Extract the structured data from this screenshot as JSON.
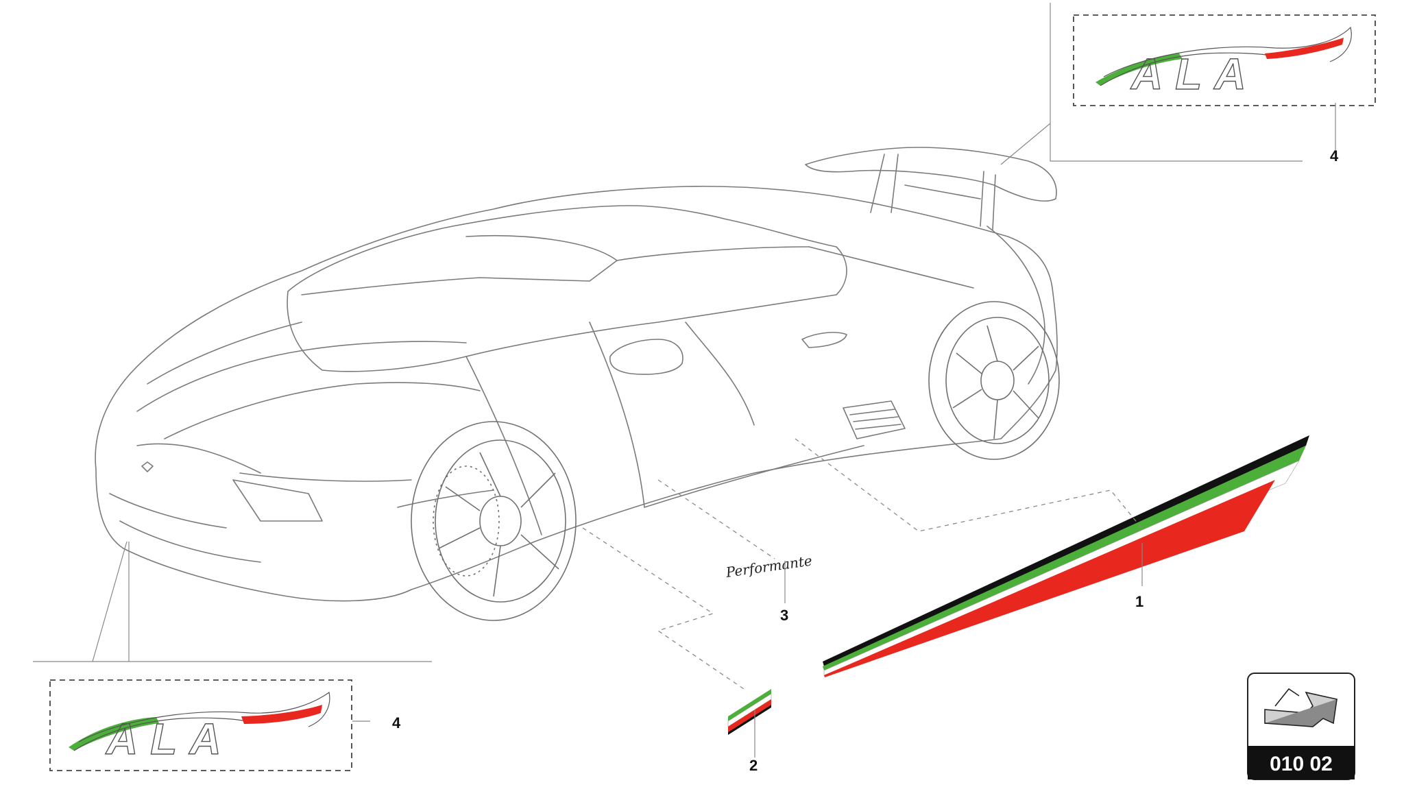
{
  "diagram": {
    "callouts": [
      {
        "id": "1",
        "label": "1"
      },
      {
        "id": "2",
        "label": "2"
      },
      {
        "id": "3",
        "label": "3"
      },
      {
        "id": "4-top",
        "label": "4"
      },
      {
        "id": "4-bottom",
        "label": "4"
      }
    ],
    "parts": {
      "ala_logo_text": "ALA",
      "performante_script": "Performante"
    },
    "page_badge": {
      "code": "010 02",
      "icon": "arrow-icon"
    },
    "colors": {
      "green": "#4CAF3A",
      "white": "#ffffff",
      "red": "#E8281E",
      "black": "#111111",
      "line": "#6a6a6a"
    }
  }
}
